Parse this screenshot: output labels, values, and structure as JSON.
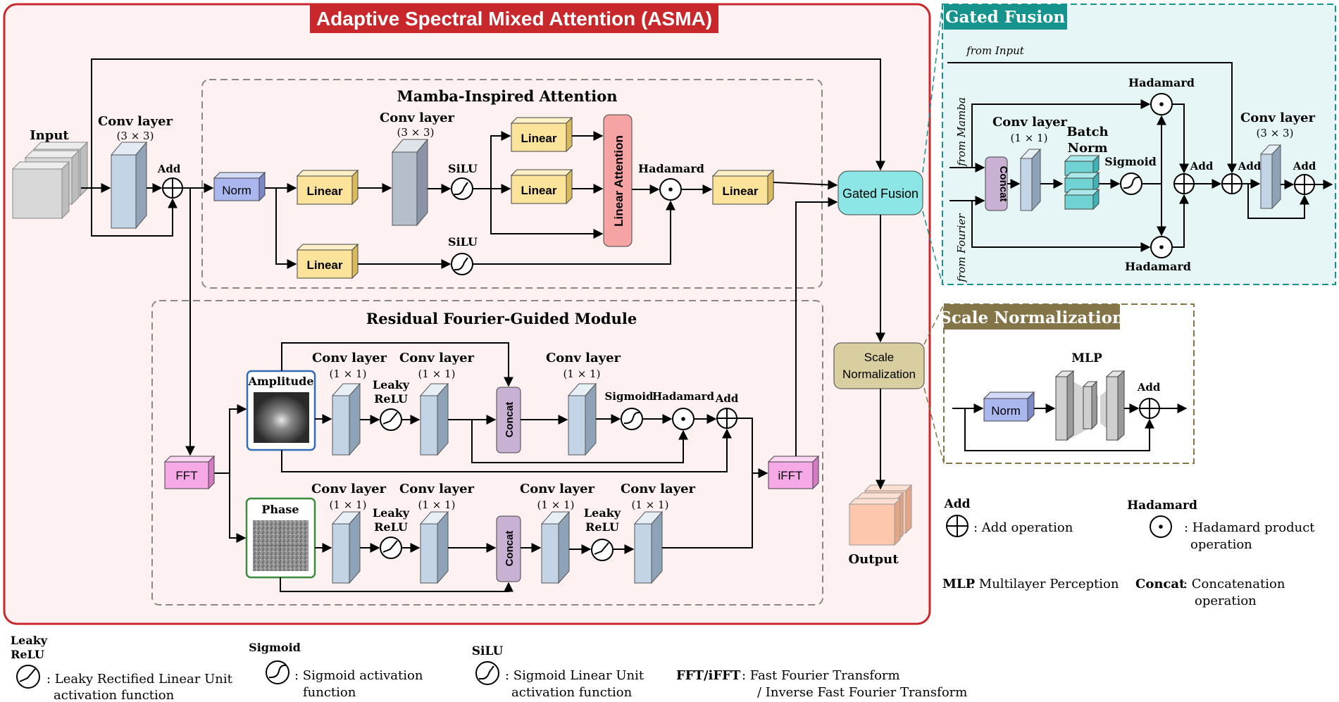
{
  "asma": {
    "title": "Adaptive Spectral Mixed Attention (ASMA)"
  },
  "mamba": {
    "title": "Mamba-Inspired Attention",
    "norm": "Norm",
    "linear": "Linear",
    "conv_layer": "Conv layer",
    "conv_size": "(3 × 3)",
    "silu": "SiLU",
    "linear_attention": "Linear Attention",
    "hadamard": "Hadamard"
  },
  "input": {
    "label": "Input",
    "conv_layer": "Conv layer",
    "conv_size": "(3 × 3)",
    "add": "Add"
  },
  "gated_fusion_block": "Gated Fusion",
  "scale_norm_block": [
    "Scale",
    "Normalization"
  ],
  "output_label": "Output",
  "rfgm": {
    "title": "Residual Fourier-Guided Module",
    "fft": "FFT",
    "ifft": "iFFT",
    "amplitude": "Amplitude",
    "phase": "Phase",
    "conv_layer": "Conv layer",
    "conv_size": "(1 × 1)",
    "leaky": "Leaky",
    "relu": "ReLU",
    "concat": "Concat",
    "sigmoid": "Sigmoid",
    "hadamard": "Hadamard",
    "add": "Add"
  },
  "gated_fusion_panel": {
    "title": "Gated Fusion",
    "from_input": "from Input",
    "from_mamba": "from Mamba",
    "from_fourier": "from Fourier",
    "concat": "Concat",
    "conv_layer": "Conv layer",
    "conv_1x1": "(1 × 1)",
    "conv_3x3": "(3 × 3)",
    "batch": "Batch",
    "norm": "Norm",
    "sigmoid": "Sigmoid",
    "hadamard": "Hadamard",
    "add": "Add"
  },
  "scale_norm_panel": {
    "title": "Scale Normalization",
    "norm": "Norm",
    "mlp": "MLP",
    "add": "Add"
  },
  "legend": {
    "add_title": "Add",
    "add_desc": ": Add operation",
    "hadamard_title": "Hadamard",
    "hadamard_desc": [
      ": Hadamard product",
      "operation"
    ],
    "mlp_title": "MLP",
    "mlp_desc": ": Multilayer Perception",
    "concat_title": "Concat",
    "concat_desc": [
      ": Concatenation",
      "operation"
    ],
    "leaky_title": [
      "Leaky",
      "ReLU"
    ],
    "leaky_desc": [
      ": Leaky Rectified Linear Unit",
      "activation function"
    ],
    "sigmoid_title": "Sigmoid",
    "sigmoid_desc": [
      ": Sigmoid activation",
      "function"
    ],
    "silu_title": "SiLU",
    "silu_desc": [
      ": Sigmoid Linear Unit",
      "activation function"
    ],
    "fft_title": "FFT/iFFT",
    "fft_desc": [
      ": Fast Fourier Transform",
      "/ Inverse Fast Fourier Transform"
    ]
  },
  "colors": {
    "asma_border": "#c8282c",
    "asma_bg": "#fdf1f1",
    "gated_header": "#17938e",
    "gated_bg": "#e6f6f6",
    "scale_header": "#837547",
    "linear_fill": "#fbe39a",
    "norm_fill": "#aab6ee",
    "conv_fill": "#c3d4e6",
    "concat_fill": "#c9b1d3",
    "linear_attention_fill": "#f5a3a3",
    "fft_fill": "#f6a9e6",
    "gated_fill": "#8de6e6",
    "scale_fill": "#d8ce9f",
    "output_fill": "#fcc7ad",
    "amplitude_border": "#2f6cb5",
    "phase_border": "#3a8c3a"
  }
}
